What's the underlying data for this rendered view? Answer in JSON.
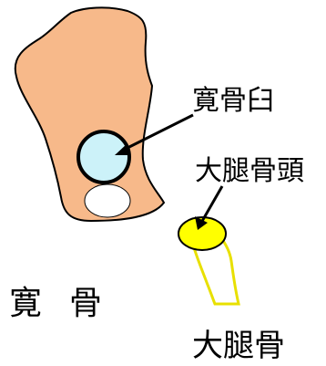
{
  "labels": {
    "acetabulum": "寛骨臼",
    "femoral_head": "大腿骨頭",
    "hip_bone_char1": "寛",
    "hip_bone_char2": "骨",
    "femur": "大腿骨"
  },
  "colors": {
    "hip_bone_fill": "#f7b98a",
    "acetabulum_fill": "#ccf2f9",
    "femoral_head_fill": "#ffff00",
    "femur_shaft_fill": "#ffffff",
    "femur_outline": "#e8e000",
    "obturator_fill": "#ffffff",
    "outline": "#000000"
  }
}
